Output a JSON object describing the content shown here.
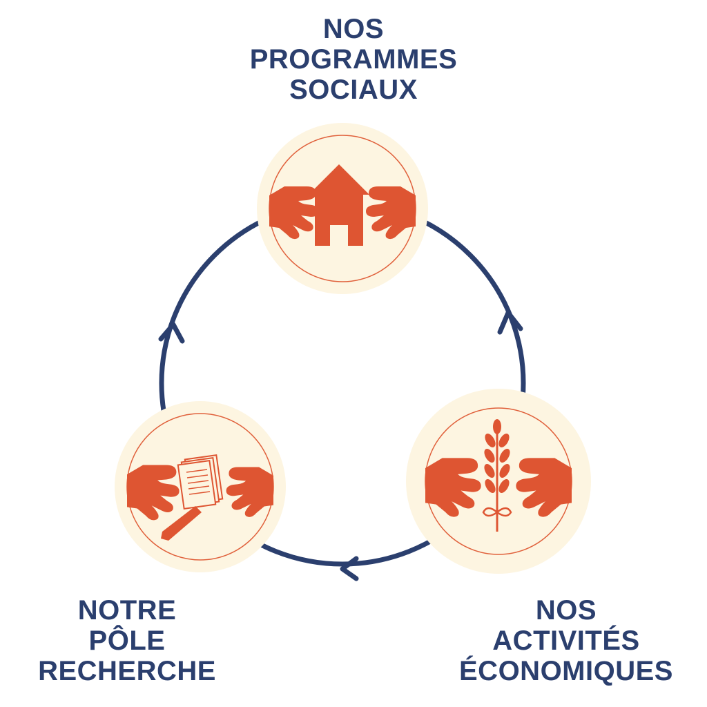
{
  "colors": {
    "navy": "#2b3f6e",
    "orange": "#de5532",
    "cream": "#fdf5e1",
    "ring": "#e0603b",
    "background": "#ffffff"
  },
  "nodes": [
    {
      "id": "social",
      "icon": "hands-house-icon",
      "label_lines": [
        "NOS",
        "PROGRAMMES",
        "SOCIAUX"
      ]
    },
    {
      "id": "research",
      "icon": "hands-document-pen-icon",
      "label_lines": [
        "NOTRE",
        "PÔLE",
        "RECHERCHE"
      ]
    },
    {
      "id": "economic",
      "icon": "hands-wheat-icon",
      "label_lines": [
        "NOS",
        "ACTIVITÉS",
        "ÉCONOMIQUES"
      ]
    }
  ],
  "cycle": {
    "direction": "clockwise",
    "arrow_icon": "chevron-arrow-icon"
  }
}
